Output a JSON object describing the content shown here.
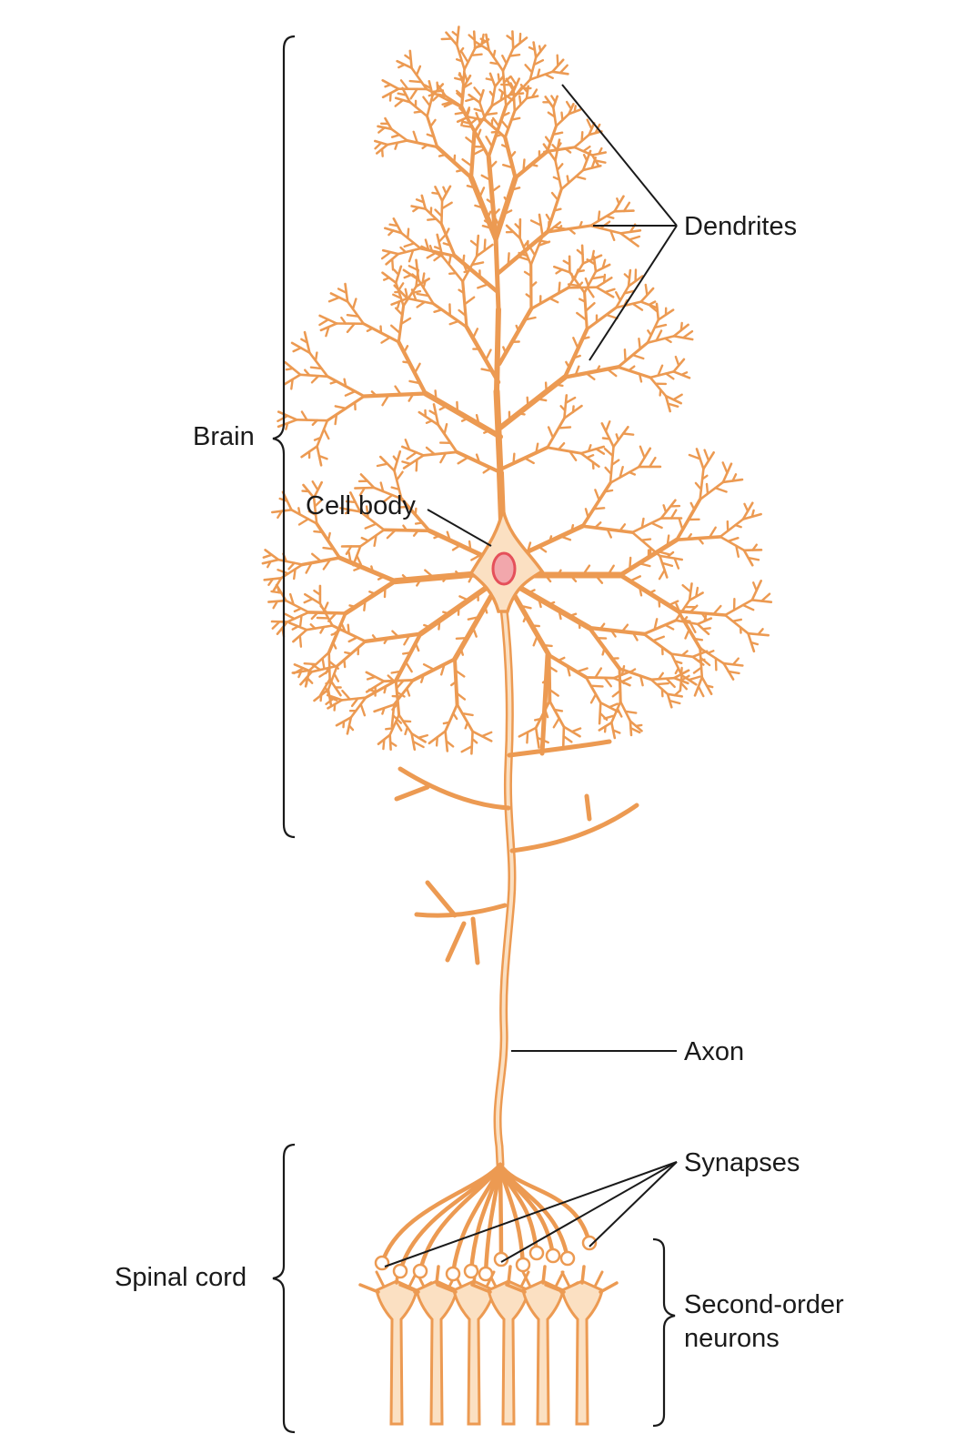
{
  "labels": {
    "dendrites": "Dendrites",
    "brain": "Brain",
    "cell_body": "Cell body",
    "axon": "Axon",
    "synapses": "Synapses",
    "spinal_cord": "Spinal cord",
    "second_order_line1": "Second-order",
    "second_order_line2": "neurons"
  },
  "colors": {
    "neuron": "#ec9a52",
    "neuron_fill": "#fbe0c2",
    "nucleus": "#e5505a",
    "nucleus_fill": "#f2a7ac",
    "leader": "#1a1a1a"
  }
}
